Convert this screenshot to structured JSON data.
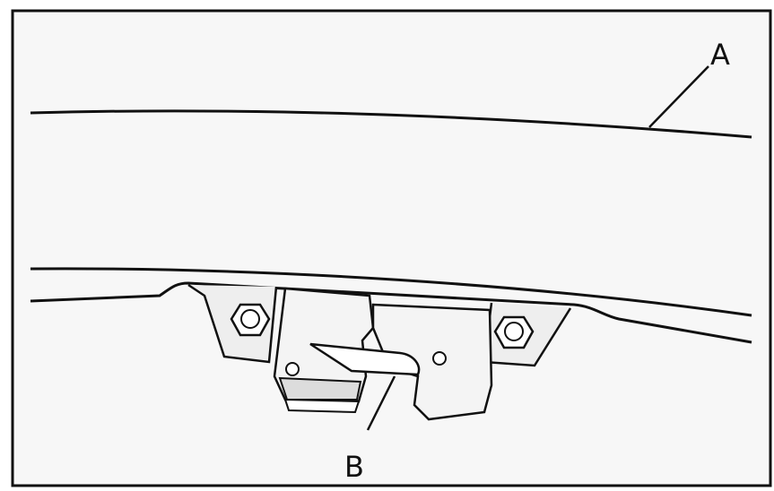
{
  "diagram": {
    "callouts": [
      {
        "id": "A",
        "label": "A"
      },
      {
        "id": "B",
        "label": "B"
      }
    ]
  },
  "colors": {
    "background": "#ffffff",
    "panel_fill": "#f7f7f7",
    "ink": "#111111",
    "latch_fill": "#f4f4f4",
    "shadow_fill": "#dcdcdc"
  }
}
